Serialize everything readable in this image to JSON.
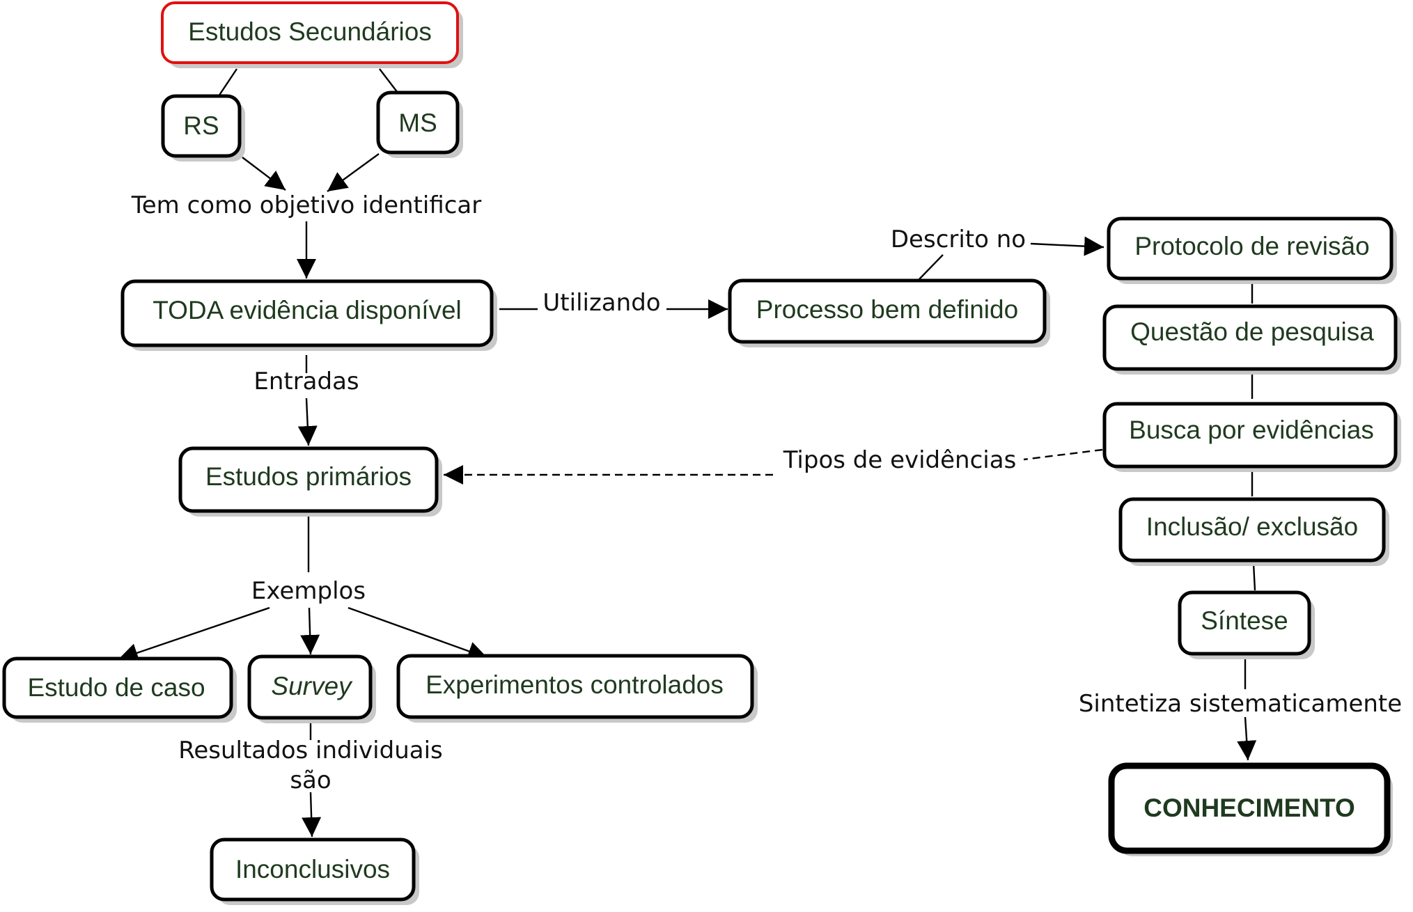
{
  "nodes": {
    "estudos_secundarios": "Estudos Secundários",
    "rs": "RS",
    "ms": "MS",
    "toda_evidencia": "TODA evidência disponível",
    "processo": "Processo bem definido",
    "estudos_primarios": "Estudos primários",
    "estudo_caso": "Estudo de caso",
    "survey": "Survey",
    "experimentos": "Experimentos controlados",
    "inconclusivos": "Inconclusivos",
    "protocolo": "Protocolo de revisão",
    "questao": "Questão de pesquisa",
    "busca": "Busca por evidências",
    "inclusao": "Inclusão/ exclusão",
    "sintese": "Síntese",
    "conhecimento": "CONHECIMENTO"
  },
  "links": {
    "objetivo": "Tem como objetivo identificar",
    "utilizando": "Utilizando",
    "descrito": "Descrito no",
    "entradas": "Entradas",
    "tipos": "Tipos de evidências",
    "exemplos": "Exemplos",
    "resultados_1": "Resultados individuais",
    "resultados_2": "são",
    "sintetiza": "Sintetiza sistematicamente"
  },
  "colors": {
    "highlight_border": "#e01010",
    "node_border": "#000000",
    "node_text": "#1f3a1f",
    "shadow": "#c8c8c8"
  }
}
